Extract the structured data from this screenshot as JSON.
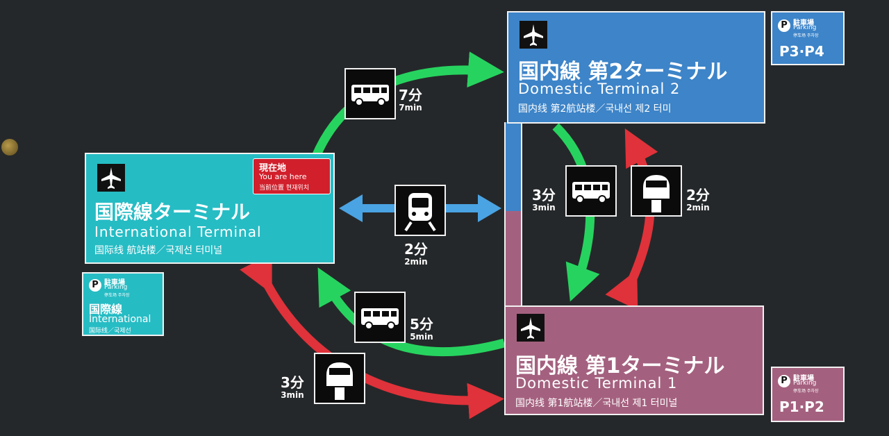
{
  "colors": {
    "background": "#25282a",
    "international": "#26bcc4",
    "domestic2": "#3d84c8",
    "domestic1": "#a4617f",
    "bus_arrow": "#27d35f",
    "train_arrow_red": "#e0323a",
    "train_arrow_blue": "#4aa3e3",
    "here_badge": "#d11f2b"
  },
  "international_terminal": {
    "icon": "airplane-icon",
    "name_ja": "国際線ターミナル",
    "name_en": "International Terminal",
    "name_sub": "国际线 航站楼／국제선 터미널"
  },
  "you_are_here": {
    "ja": "現在地",
    "en": "You are here",
    "sub": "当前位置 현재위치"
  },
  "domestic_terminal_2": {
    "icon": "airplane-icon",
    "name_ja": "国内線 第2ターミナル",
    "name_en": "Domestic Terminal 2",
    "name_sub": "国内线 第2航站楼／국내선 제2 터미"
  },
  "domestic_terminal_1": {
    "icon": "airplane-icon",
    "name_ja": "国内線 第1ターミナル",
    "name_en": "Domestic Terminal 1",
    "name_sub": "国内线 第1航站楼／국내선 제1 터미널"
  },
  "parking_international": {
    "icon": "parking-icon",
    "p": "P",
    "label_ja": "駐車場",
    "label_en": "Parking",
    "label_sub": "停车场 주차장",
    "name_ja": "国際線",
    "name_en": "International",
    "name_sub": "国际线／국제선"
  },
  "parking_domestic2": {
    "icon": "parking-icon",
    "p": "P",
    "label_ja": "駐車場",
    "label_en": "Parking",
    "label_sub": "停车场 주차장",
    "lots": "P3·P4"
  },
  "parking_domestic1": {
    "icon": "parking-icon",
    "p": "P",
    "label_ja": "駐車場",
    "label_en": "Parking",
    "label_sub": "停车场 주차장",
    "lots": "P1·P2"
  },
  "routes": {
    "bus_intl_to_dom2": {
      "icon": "bus-icon",
      "time_ja": "7分",
      "time_en": "7min"
    },
    "train_intl_dom2": {
      "icon": "train-front-icon",
      "time_ja": "2分",
      "time_en": "2min"
    },
    "bus_dom1_to_intl": {
      "icon": "bus-icon",
      "time_ja": "5分",
      "time_en": "5min"
    },
    "train_intl_dom1": {
      "icon": "monorail-icon",
      "time_ja": "3分",
      "time_en": "3min"
    },
    "bus_dom2_to_dom1": {
      "icon": "bus-icon",
      "time_ja": "3分",
      "time_en": "3min"
    },
    "train_dom1_to_dom2": {
      "icon": "monorail-icon",
      "time_ja": "2分",
      "time_en": "2min"
    }
  }
}
